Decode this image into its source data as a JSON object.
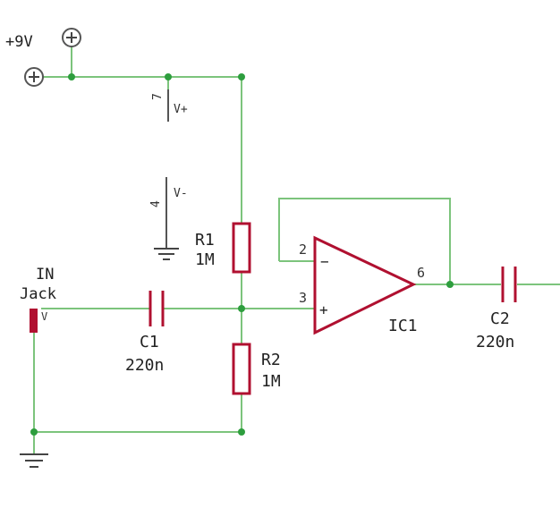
{
  "supply": {
    "label": "+9V",
    "plus_sign": "+"
  },
  "ic": {
    "name": "IC1",
    "pin_inv": "2",
    "pin_noninv": "3",
    "pin_out": "6",
    "minus_sym": "−",
    "plus_sym": "+"
  },
  "power_pins": {
    "vplus_num": "7",
    "vplus_label": "V+",
    "vminus_num": "4",
    "vminus_label": "V-"
  },
  "r1": {
    "name": "R1",
    "value": "1M"
  },
  "r2": {
    "name": "R2",
    "value": "1M"
  },
  "c1": {
    "name": "C1",
    "value": "220n"
  },
  "c2": {
    "name": "C2",
    "value": "220n"
  },
  "input": {
    "label_line1": "IN",
    "label_line2": "Jack",
    "pin_mark": "V"
  },
  "colors": {
    "wire": "#7cc47c",
    "component": "#b01030",
    "node": "#2e9e3e",
    "text": "#222222"
  }
}
